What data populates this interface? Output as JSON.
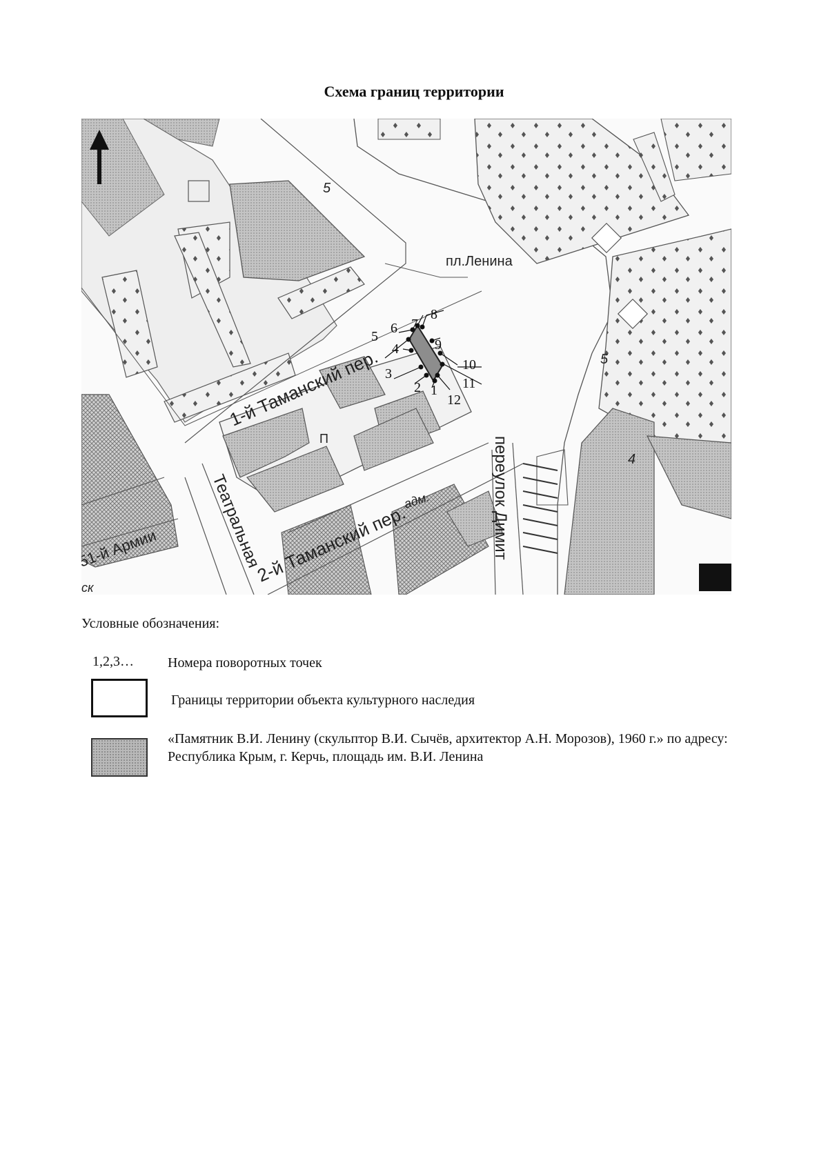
{
  "title": "Схема границ территории",
  "map": {
    "labels": {
      "square": "пл.Ленина",
      "lane1": "1-й Таманский пер.",
      "lane2": "2-й Таманский пер.",
      "teatr": "Театральная",
      "army": "51-й Армии",
      "perDimit": "переулок Димит",
      "adm": "адм.",
      "num5a": "5",
      "num5b": "5",
      "num4": "4",
      "p": "П",
      "sk": "ск"
    },
    "points": [
      {
        "n": "1"
      },
      {
        "n": "2"
      },
      {
        "n": "3"
      },
      {
        "n": "4"
      },
      {
        "n": "5"
      },
      {
        "n": "6"
      },
      {
        "n": "7"
      },
      {
        "n": "8"
      },
      {
        "n": "9"
      },
      {
        "n": "10"
      },
      {
        "n": "11"
      },
      {
        "n": "12"
      }
    ],
    "colors": {
      "building": "#b5b5b5",
      "road": "#ffffff",
      "block": "#e4e4e4",
      "monument": "#8d8d8d"
    }
  },
  "legend": {
    "title": "Условные обозначения:",
    "points_symbol": "1,2,3…",
    "points_label": "Номера поворотных точек",
    "boundary_label": "Границы территории объекта культурного наследия",
    "object_label": "«Памятник В.И. Ленину (скульптор В.И. Сычёв, архитектор А.Н. Морозов), 1960 г.» по адресу: Республика Крым, г. Керчь, площадь им. В.И. Ленина"
  }
}
